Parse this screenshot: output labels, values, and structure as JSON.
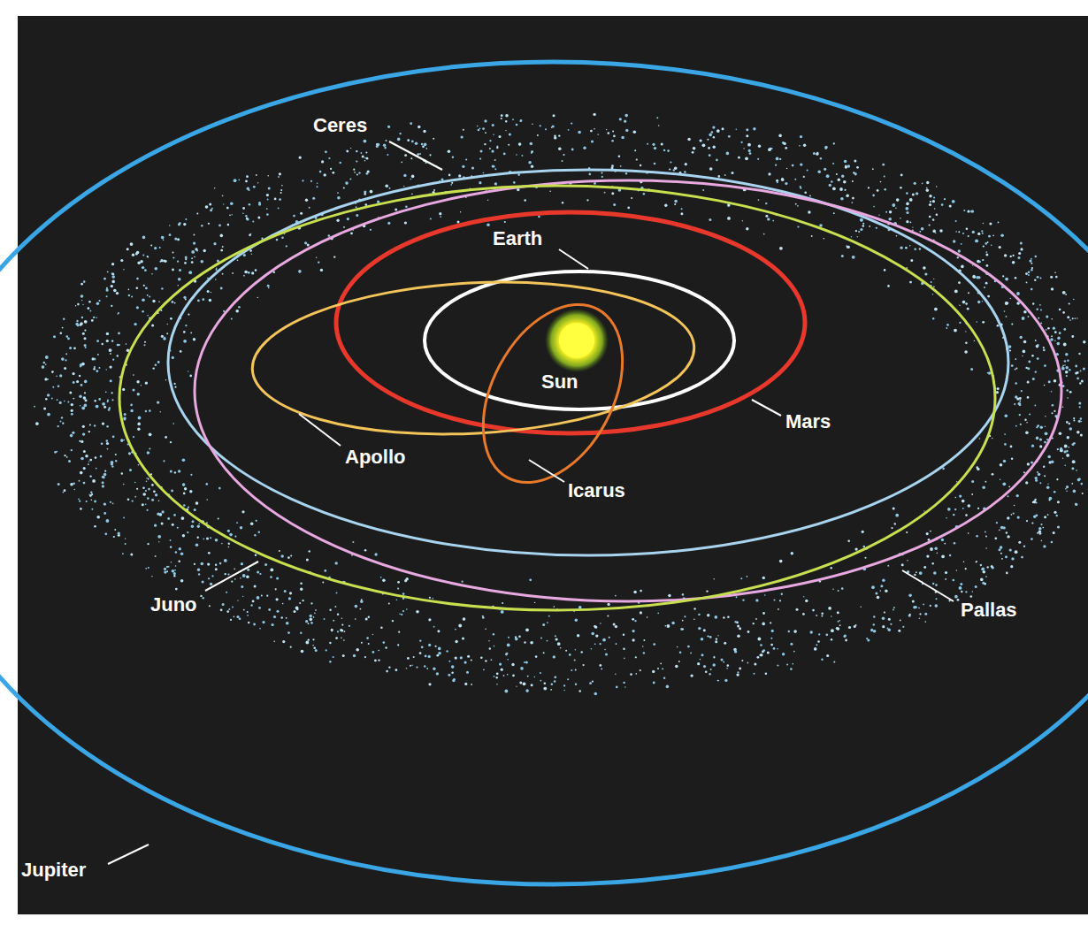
{
  "diagram": {
    "labels": [
      "Ceres",
      "Earth",
      "Sun",
      "Mars",
      "Apollo",
      "Icarus",
      "Juno",
      "Pallas",
      "Jupiter"
    ]
  }
}
